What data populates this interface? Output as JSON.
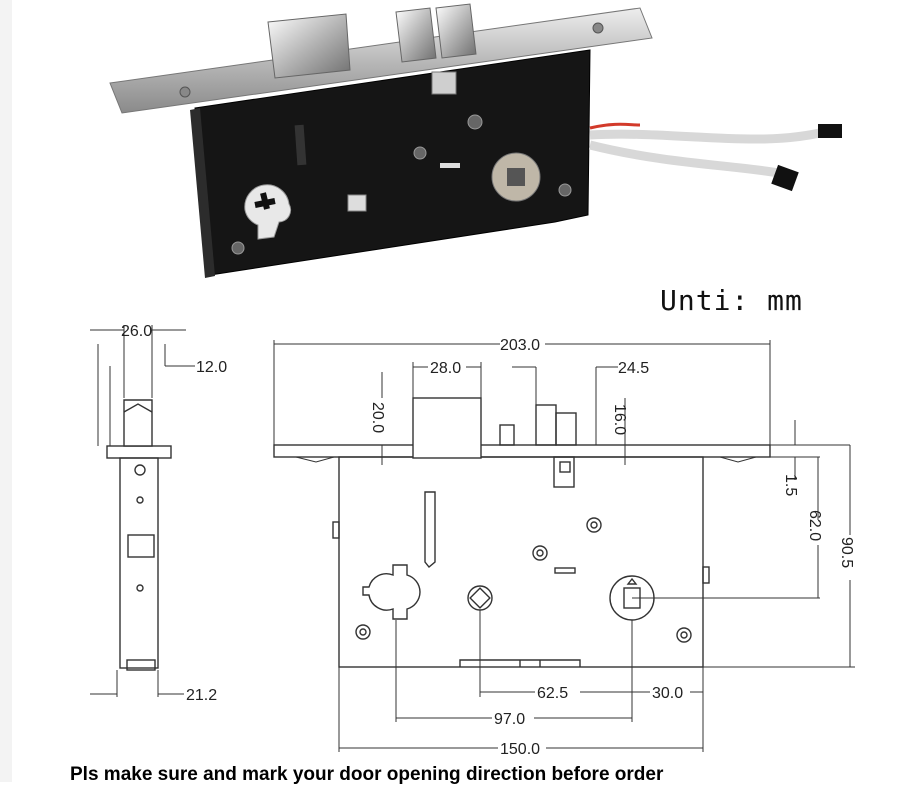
{
  "unit_label": "Unti: mm",
  "footer_note": "Pls make sure and mark your door opening direction before order",
  "dimensions": {
    "side_width": "26.0",
    "side_bolt": "12.0",
    "side_bottom": "21.2",
    "total_length": "203.0",
    "latch_width": "28.0",
    "deadbolt_width": "24.5",
    "latch_projection": "20.0",
    "deadbolt_projection": "16.0",
    "faceplate_thickness": "1.5",
    "backset_handle": "62.0",
    "body_height": "90.5",
    "handle_to_cylinder": "62.5",
    "cylinder_offset": "30.0",
    "spindle_to_cylinder": "97.0",
    "body_width": "150.0"
  },
  "colors": {
    "line": "#333333",
    "steel": "#c8c8c8",
    "body": "#1a1a1a",
    "wire": "#e6e6e6",
    "wire_red": "#d23a2a"
  }
}
